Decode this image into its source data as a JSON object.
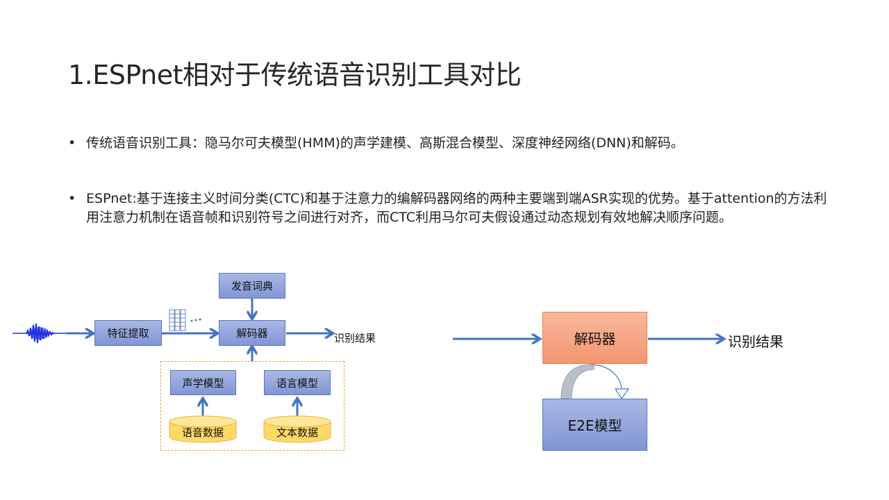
{
  "title": "1.ESPnet相对于传统语音识别工具对比",
  "bullets": [
    {
      "marker": "•",
      "text": "传统语音识别工具：隐马尔可夫模型(HMM)的声学建模、高斯混合模型、深度神经网络(DNN)和解码。"
    },
    {
      "marker": "•",
      "text": "ESPnet:基于连接主义时间分类(CTC)和基于注意力的编解码器网络的两种主要端到端ASR实现的优势。基于attention的方法利用注意力机制在语音帧和识别符号之间进行对齐，而CTC利用马尔可夫假设通过动态规划有效地解决顺序问题。"
    }
  ],
  "diagram_left": {
    "feature_extraction": "特征提取",
    "pronunciation_dict": "发音词典",
    "decoder": "解码器",
    "result": "识别结果",
    "acoustic_model": "声学模型",
    "language_model": "语言模型",
    "speech_data": "语音数据",
    "text_data": "文本数据",
    "colors": {
      "arrow": "#4472c4",
      "box_fill": "#8fa2dc",
      "cylinder_fill": "#ffd966",
      "dashed_border": "#e89a4c",
      "waveform": "#1f2fe0"
    }
  },
  "diagram_right": {
    "decoder": "解码器",
    "e2e_model": "E2E模型",
    "result": "识别结果",
    "colors": {
      "decoder_fill": "#f4a582",
      "e2e_fill": "#8fa2dc",
      "arrow": "#4472c4"
    }
  }
}
